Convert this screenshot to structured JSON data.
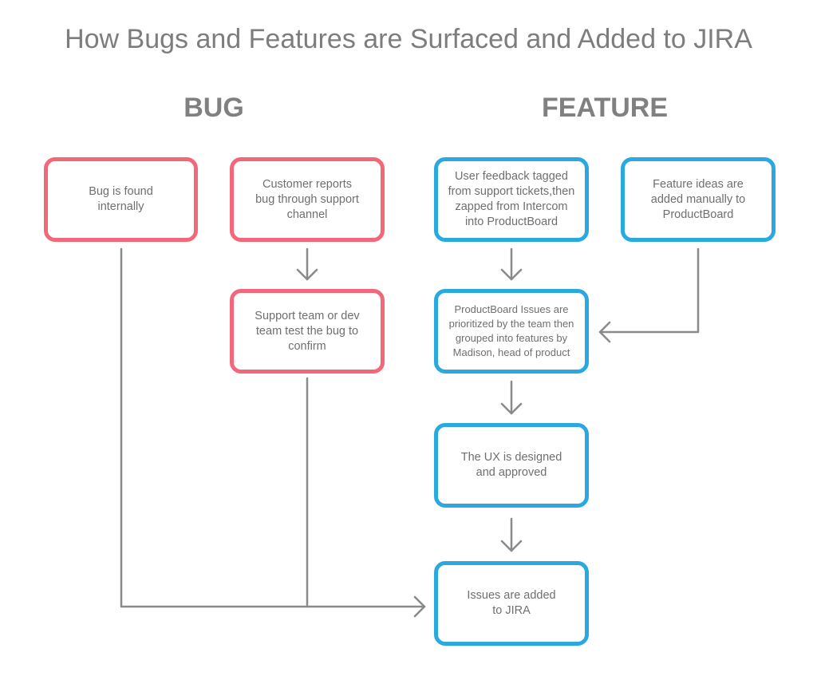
{
  "title": "How Bugs and Features are Surfaced and Added to JIRA",
  "columns": {
    "bug": "BUG",
    "feature": "FEATURE"
  },
  "nodes": {
    "bug_found_internally": "Bug is found\ninternally",
    "customer_reports": "Customer reports\nbug through support\nchannel",
    "support_test": "Support team or dev\nteam test the bug to\nconfirm",
    "user_feedback": "User feedback tagged\nfrom support tickets,then\nzapped from Intercom\ninto ProductBoard",
    "feature_ideas": "Feature ideas are\nadded manually to\nProductBoard",
    "productboard_issues": "ProductBoard Issues are\nprioritized by the team then\ngrouped into features by\nMadison, head of product",
    "ux_designed": "The UX is designed\nand approved",
    "issues_added": "Issues are added\nto JIRA"
  },
  "colors": {
    "bug": "#f26878",
    "feature": "#2aa8e0",
    "connector": "#8a8a8a",
    "text": "#6f6f6f"
  }
}
